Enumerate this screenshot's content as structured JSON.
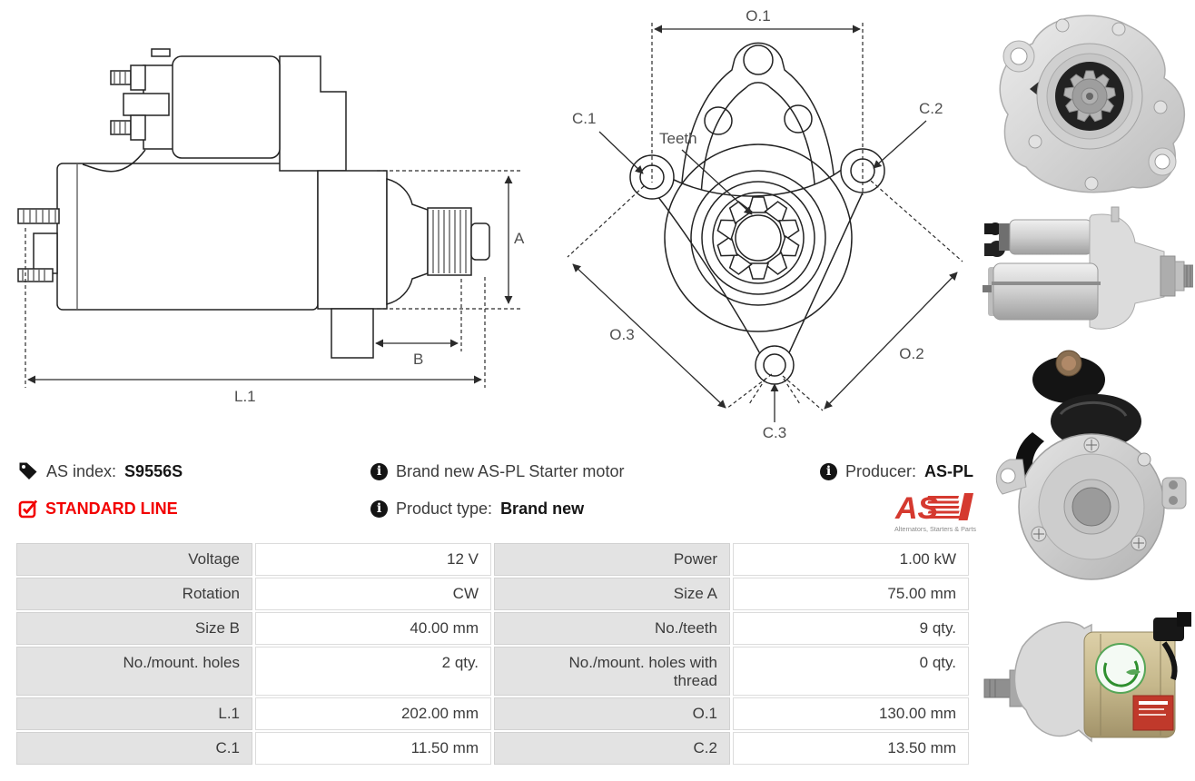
{
  "diagrams": {
    "side_view": {
      "dim_a": "A",
      "dim_b": "B",
      "dim_l1": "L.1"
    },
    "front_view": {
      "dim_o1": "O.1",
      "dim_o2": "O.2",
      "dim_o3": "O.3",
      "dim_c1": "C.1",
      "dim_c2": "C.2",
      "dim_c3": "C.3",
      "teeth_label": "Teeth"
    }
  },
  "info": {
    "as_index": {
      "label": "AS index:",
      "value": "S9556S"
    },
    "standard_line": "STANDARD LINE",
    "description": "Brand new AS-PL Starter motor",
    "product_type": {
      "label": "Product type:",
      "value": "Brand new"
    },
    "producer": {
      "label": "Producer:",
      "value": "AS-PL"
    },
    "logo": {
      "text": "AS",
      "tagline": "Alternators, Starters & Parts"
    }
  },
  "icons": {
    "tag": "tag-icon",
    "checkbox": "checkbox-icon",
    "info": "info-icon"
  },
  "spec_table": {
    "rows": [
      {
        "label1": "Voltage",
        "value1": "12 V",
        "label2": "Power",
        "value2": "1.00 kW"
      },
      {
        "label1": "Rotation",
        "value1": "CW",
        "label2": "Size A",
        "value2": "75.00 mm"
      },
      {
        "label1": "Size B",
        "value1": "40.00 mm",
        "label2": "No./teeth",
        "value2": "9 qty."
      },
      {
        "label1": "No./mount. holes",
        "value1": "2 qty.",
        "label2": "No./mount. holes with thread",
        "value2": "0 qty."
      },
      {
        "label1": "L.1",
        "value1": "202.00 mm",
        "label2": "O.1",
        "value2": "130.00 mm"
      },
      {
        "label1": "C.1",
        "value1": "11.50 mm",
        "label2": "C.2",
        "value2": "13.50 mm"
      }
    ]
  },
  "colors": {
    "accent_red": "#f20000",
    "logo_red": "#d5392f",
    "table_label_bg": "#e3e3e3",
    "table_border": "#d2d2d2",
    "drawing_stroke": "#232323",
    "dim_label": "#4f4f4f"
  }
}
